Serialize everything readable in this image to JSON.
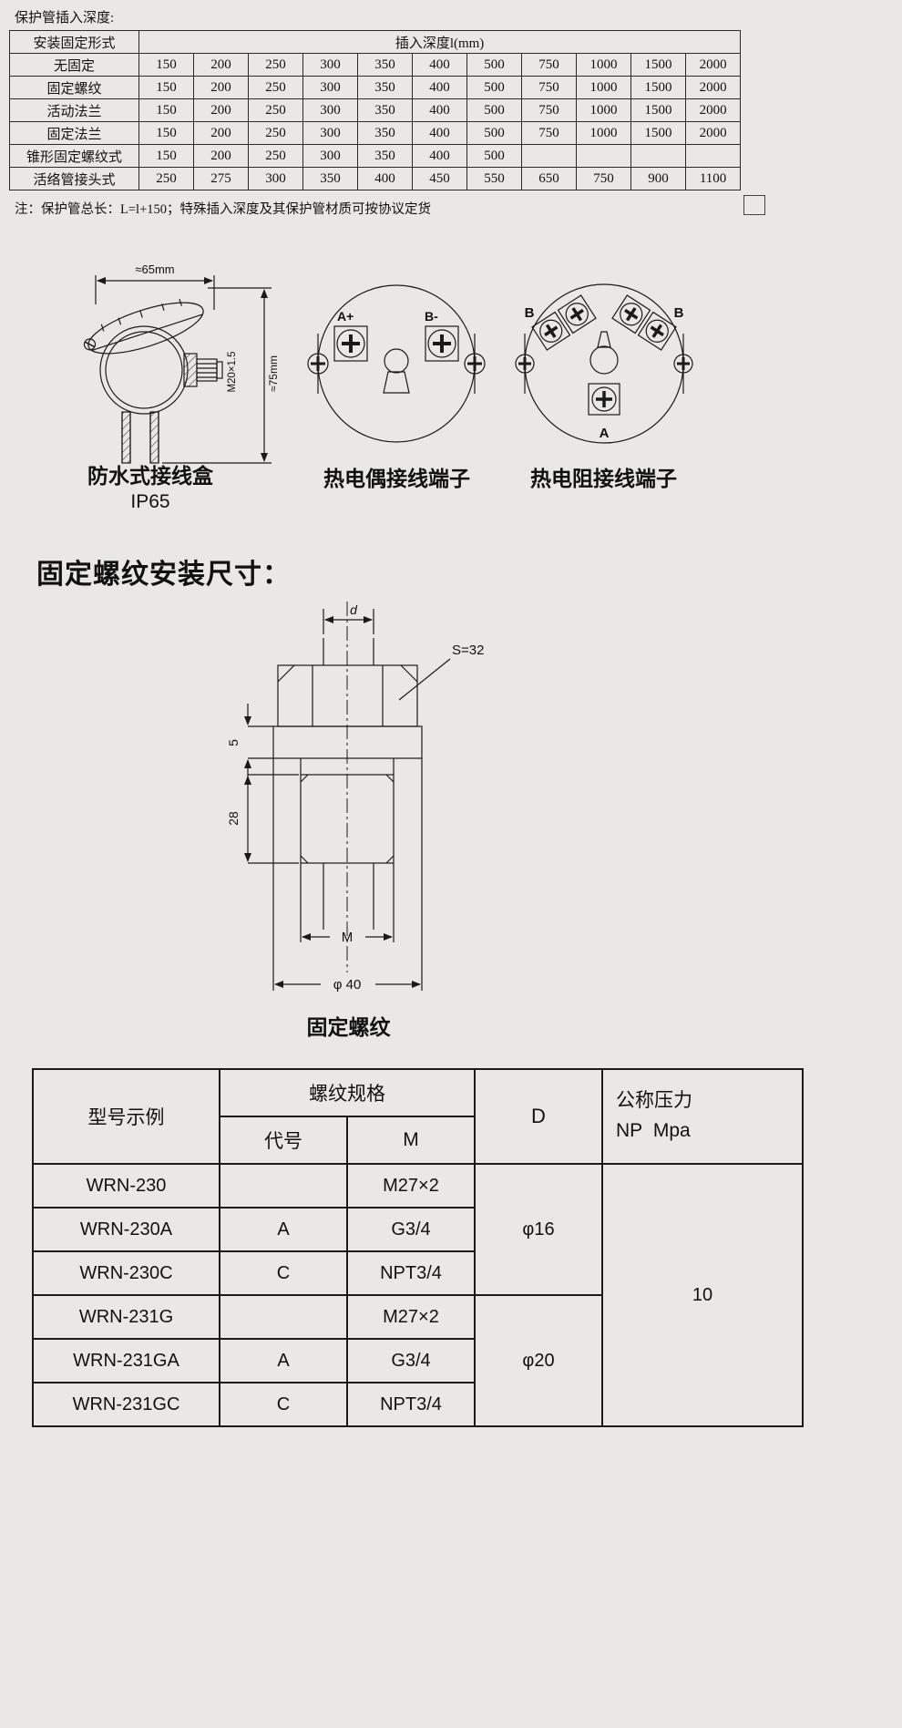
{
  "top_table": {
    "caption": "保护管插入深度:",
    "header": {
      "fix_type": "安装固定形式",
      "depth_span": "插入深度l(mm)"
    },
    "rows": [
      {
        "label": "无固定",
        "values": [
          "150",
          "200",
          "250",
          "300",
          "350",
          "400",
          "500",
          "750",
          "1000",
          "1500",
          "2000"
        ]
      },
      {
        "label": "固定螺纹",
        "values": [
          "150",
          "200",
          "250",
          "300",
          "350",
          "400",
          "500",
          "750",
          "1000",
          "1500",
          "2000"
        ]
      },
      {
        "label": "活动法兰",
        "values": [
          "150",
          "200",
          "250",
          "300",
          "350",
          "400",
          "500",
          "750",
          "1000",
          "1500",
          "2000"
        ]
      },
      {
        "label": "固定法兰",
        "values": [
          "150",
          "200",
          "250",
          "300",
          "350",
          "400",
          "500",
          "750",
          "1000",
          "1500",
          "2000"
        ]
      },
      {
        "label": "锥形固定螺纹式",
        "values": [
          "150",
          "200",
          "250",
          "300",
          "350",
          "400",
          "500",
          "",
          "",
          "",
          ""
        ]
      },
      {
        "label": "活络管接头式",
        "values": [
          "250",
          "275",
          "300",
          "350",
          "400",
          "450",
          "550",
          "650",
          "750",
          "900",
          "1100"
        ]
      }
    ],
    "note": "注：保护管总长：L=l+150；特殊插入深度及其保护管材质可按协议定货"
  },
  "diagrams": {
    "junction_box": {
      "dim_width": "≈65mm",
      "thread_label": "M20×1.5",
      "dim_height": "≈75mm",
      "caption": "防水式接线盒",
      "rating": "IP65"
    },
    "thermocouple": {
      "terminal_a": "A+",
      "terminal_b": "B-",
      "caption": "热电偶接线端子"
    },
    "rtd": {
      "label_b_left": "B",
      "label_b_right": "B",
      "label_a": "A",
      "caption": "热电阻接线端子"
    }
  },
  "section_title": "固定螺纹安装尺寸：",
  "thread_drawing": {
    "dim_d": "d",
    "dim_s": "S=32",
    "dim_flange_thickness": "5",
    "dim_body_length": "28",
    "dim_thread": "M",
    "dim_outer_dia": "φ 40",
    "caption": "固定螺纹"
  },
  "spec_table": {
    "headers": {
      "model": "型号示例",
      "thread_spec": "螺纹规格",
      "code": "代号",
      "m": "M",
      "d": "D",
      "pressure_line1": "公称压力",
      "pressure_line2": "NP  Mpa"
    },
    "rows": [
      {
        "model": "WRN-230",
        "code": "",
        "m": "M27×2"
      },
      {
        "model": "WRN-230A",
        "code": "A",
        "m": "G3/4"
      },
      {
        "model": "WRN-230C",
        "code": "C",
        "m": "NPT3/4"
      },
      {
        "model": "WRN-231G",
        "code": "",
        "m": "M27×2"
      },
      {
        "model": "WRN-231GA",
        "code": "A",
        "m": "G3/4"
      },
      {
        "model": "WRN-231GC",
        "code": "C",
        "m": "NPT3/4"
      }
    ],
    "d_groups": [
      "φ16",
      "φ20"
    ],
    "pressure_value": "10"
  }
}
